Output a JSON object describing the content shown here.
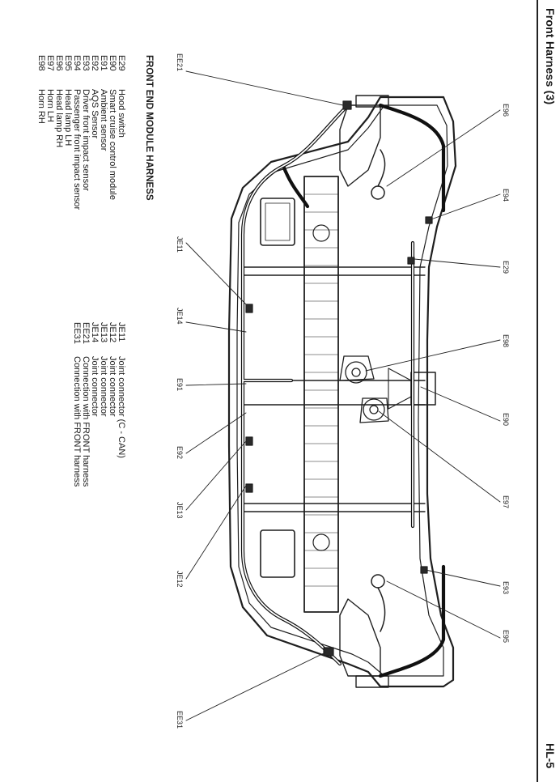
{
  "header": {
    "title": "Front Harness (3)",
    "page_code": "HL-5"
  },
  "legend": {
    "heading": "FRONT END MODULE HARNESS",
    "components": [
      {
        "code": "E29",
        "name": "Hood switch"
      },
      {
        "code": "E90",
        "name": "Smart cruise control module"
      },
      {
        "code": "E91",
        "name": "Ambient sensor"
      },
      {
        "code": "E92",
        "name": "AQS Sensor"
      },
      {
        "code": "E93",
        "name": "Driver front impact sensor"
      },
      {
        "code": "E94",
        "name": "Passenger front impact sensor"
      },
      {
        "code": "E95",
        "name": "Head lamp LH"
      },
      {
        "code": "E96",
        "name": "Head lamp RH"
      },
      {
        "code": "E97",
        "name": "Horn LH"
      },
      {
        "code": "E98",
        "name": "Horn RH"
      }
    ],
    "connectors": [
      {
        "code": "JE11",
        "name": "Joint connector (C - CAN)"
      },
      {
        "code": "JE12",
        "name": "Joint connector"
      },
      {
        "code": "JE13",
        "name": "Joint connector"
      },
      {
        "code": "JE14",
        "name": "Joint connector"
      },
      {
        "code": "EE21",
        "name": "Connection with FRONT harness"
      },
      {
        "code": "EE31",
        "name": "Connection with FRONT harness"
      }
    ]
  },
  "callouts": [
    {
      "id": "ee21",
      "text": "EE21"
    },
    {
      "id": "e96",
      "text": "E96"
    },
    {
      "id": "e94",
      "text": "E94"
    },
    {
      "id": "e29",
      "text": "E29"
    },
    {
      "id": "je11",
      "text": "JE11"
    },
    {
      "id": "je14",
      "text": "JE14"
    },
    {
      "id": "e98",
      "text": "E98"
    },
    {
      "id": "e91",
      "text": "E91"
    },
    {
      "id": "e90",
      "text": "E90"
    },
    {
      "id": "e92",
      "text": "E92"
    },
    {
      "id": "e97",
      "text": "E97"
    },
    {
      "id": "je13",
      "text": "JE13"
    },
    {
      "id": "je12",
      "text": "JE12"
    },
    {
      "id": "e93",
      "text": "E93"
    },
    {
      "id": "e95",
      "text": "E95"
    },
    {
      "id": "ee31",
      "text": "EE31"
    }
  ]
}
